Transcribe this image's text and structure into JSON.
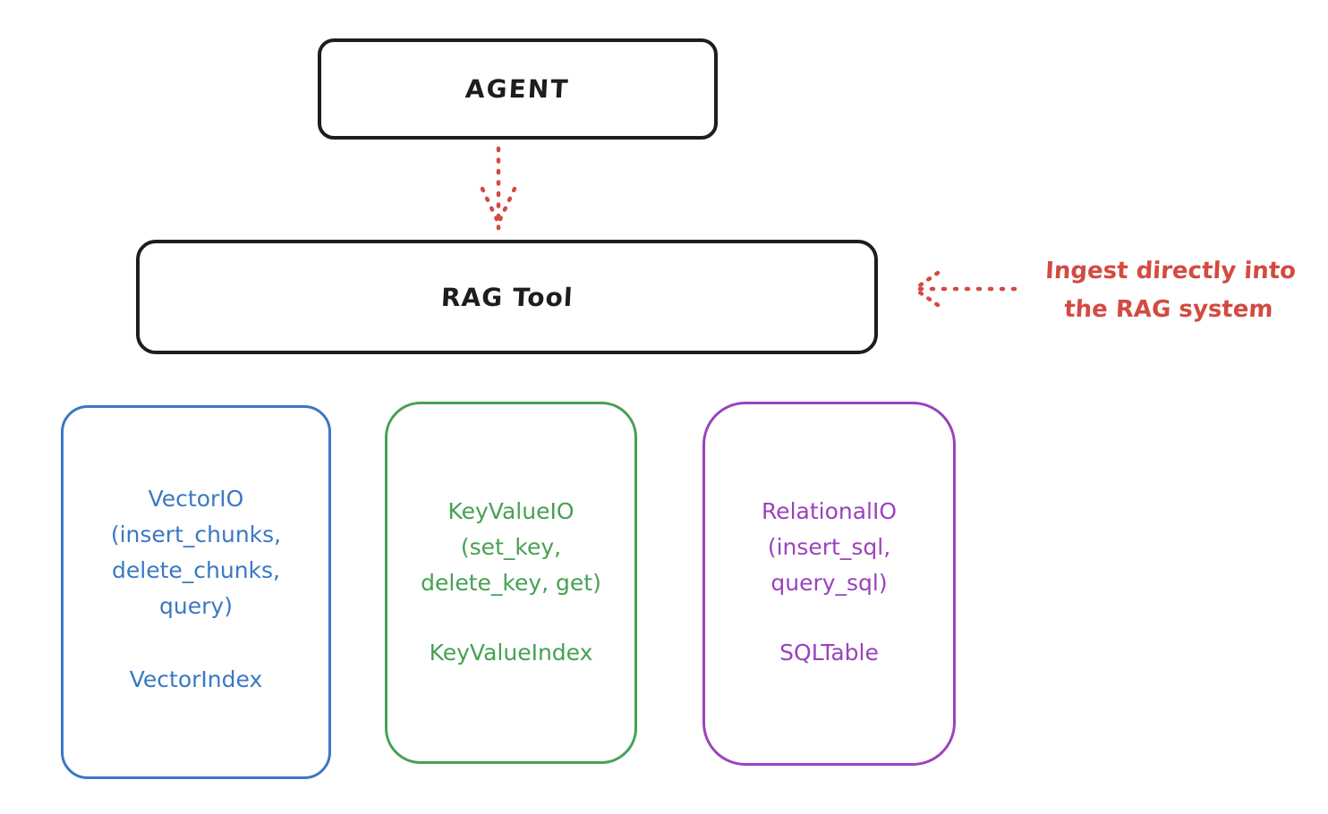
{
  "colors": {
    "ink": "#1d1d1d",
    "red": "#d24b41",
    "blue": "#3b78c4",
    "green": "#46a153",
    "purple": "#9b42bd",
    "background": "#ffffff"
  },
  "agent": {
    "label": "AGENT"
  },
  "rag_tool": {
    "label": "RAG Tool"
  },
  "annotation": {
    "line1": "Ingest directly into",
    "line2": "the RAG system"
  },
  "io_boxes": [
    {
      "id": "vector",
      "color": "#3b78c4",
      "lines": [
        "VectorIO",
        "(insert_chunks,",
        "delete_chunks,",
        "query)"
      ],
      "index_label": "VectorIndex"
    },
    {
      "id": "keyvalue",
      "color": "#46a153",
      "lines": [
        "KeyValueIO",
        "(set_key,",
        "delete_key, get)"
      ],
      "index_label": "KeyValueIndex"
    },
    {
      "id": "relational",
      "color": "#9b42bd",
      "lines": [
        "RelationalIO",
        "(insert_sql,",
        "query_sql)"
      ],
      "index_label": "SQLTable"
    }
  ],
  "arrows": [
    {
      "from": "AGENT",
      "to": "RAG Tool",
      "style": "dotted"
    },
    {
      "from": "Ingest directly into the RAG system",
      "to": "RAG Tool",
      "style": "dotted"
    }
  ]
}
